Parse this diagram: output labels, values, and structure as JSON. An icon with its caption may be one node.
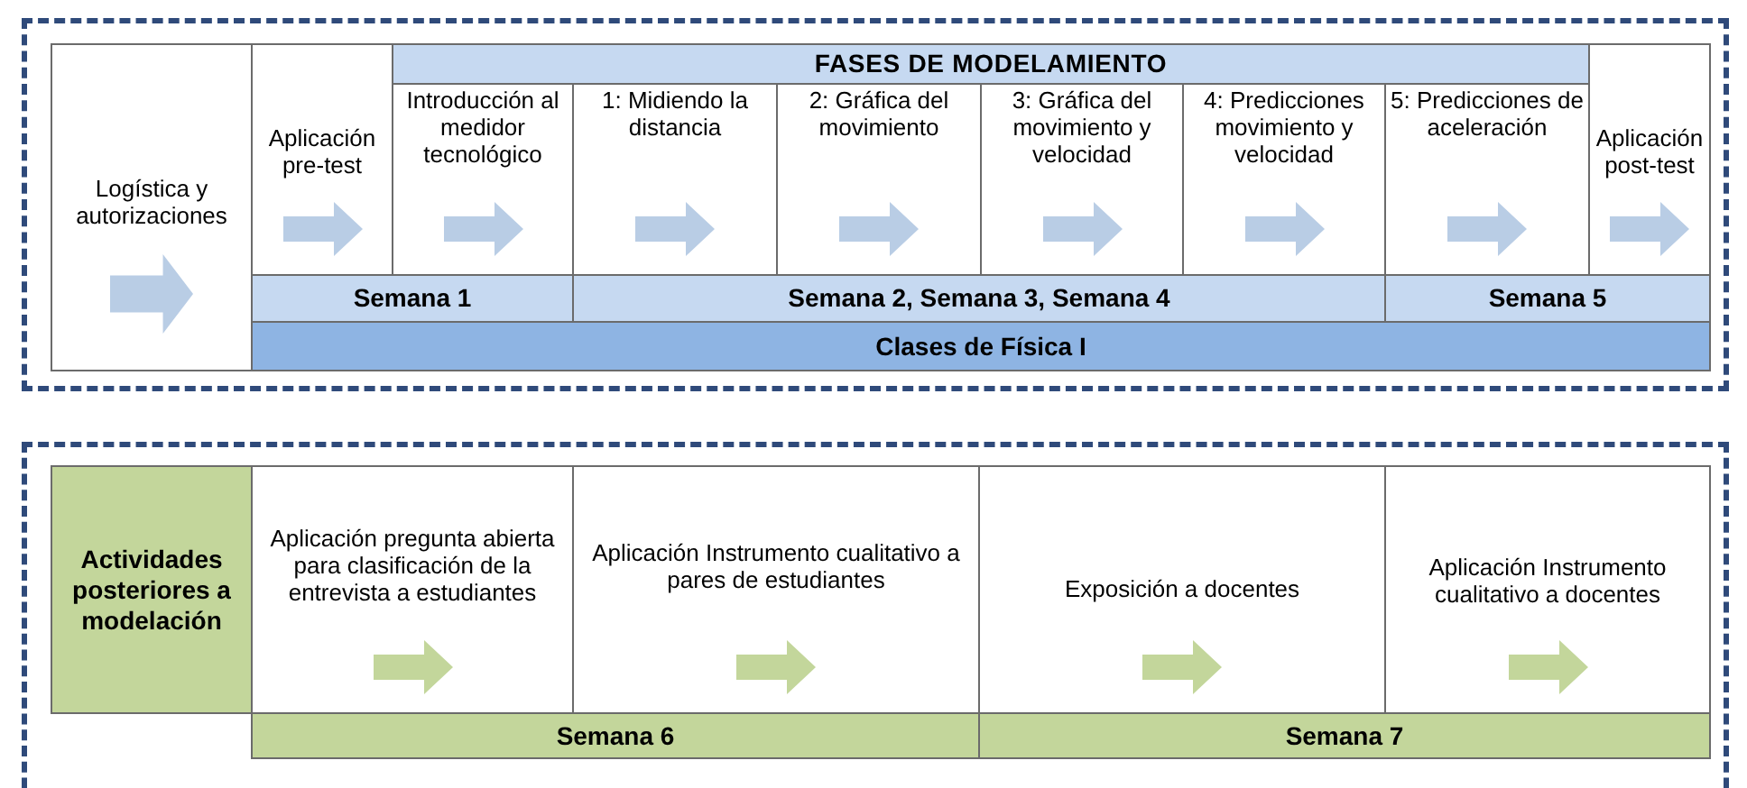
{
  "diagram": {
    "nodes": [
      {
        "text": [],
        "shape": "box"
      },
      {
        "text": [
          "Logística y autorizaciones"
        ],
        "in": 0
      },
      {
        "text": [
          "FASES DE MODELAMIENTO"
        ],
        "in": 0
      },
      {
        "text": [
          "Aplicación pre-test"
        ],
        "in": 0
      },
      {
        "text": [
          "Introducción al medidor tecnológico"
        ],
        "in": 0
      },
      {
        "text": [
          "1: Midiendo la distancia"
        ],
        "in": 0
      },
      {
        "text": [
          "2: Gráfica del movimiento"
        ],
        "in": 0
      },
      {
        "text": [
          "3: Gráfica del movimiento y velocidad"
        ],
        "in": 0
      },
      {
        "text": [
          "4: Predicciones movimiento y velocidad"
        ],
        "in": 0
      },
      {
        "text": [
          "5: Predicciones de aceleración"
        ],
        "in": 0
      },
      {
        "text": [
          "Aplicación post-test"
        ],
        "in": 0
      },
      {
        "text": [
          "Semana 1"
        ],
        "in": 0
      },
      {
        "text": [
          "Semana 2, Semana 3, Semana 4"
        ],
        "in": 0
      },
      {
        "text": [
          "Semana 5"
        ],
        "in": 0
      },
      {
        "text": [
          "Clases de Física I"
        ],
        "in": 0
      },
      {
        "text": [],
        "shape": "box"
      },
      {
        "text": [
          "Actividades posteriores a modelación"
        ],
        "in": 15
      },
      {
        "text": [
          "Aplicación pregunta abierta para clasificación de la entrevista a estudiantes"
        ],
        "in": 15
      },
      {
        "text": [
          "Aplicación Instrumento cualitativo a pares de estudiantes"
        ],
        "in": 15
      },
      {
        "text": [
          "Exposición a docentes"
        ],
        "in": 15
      },
      {
        "text": [
          "Aplicación Instrumento cualitativo a docentes"
        ],
        "in": 15
      },
      {
        "text": [
          "Semana 6"
        ],
        "in": 15
      },
      {
        "text": [
          "Semana 7"
        ],
        "in": 15
      }
    ],
    "edges": []
  }
}
